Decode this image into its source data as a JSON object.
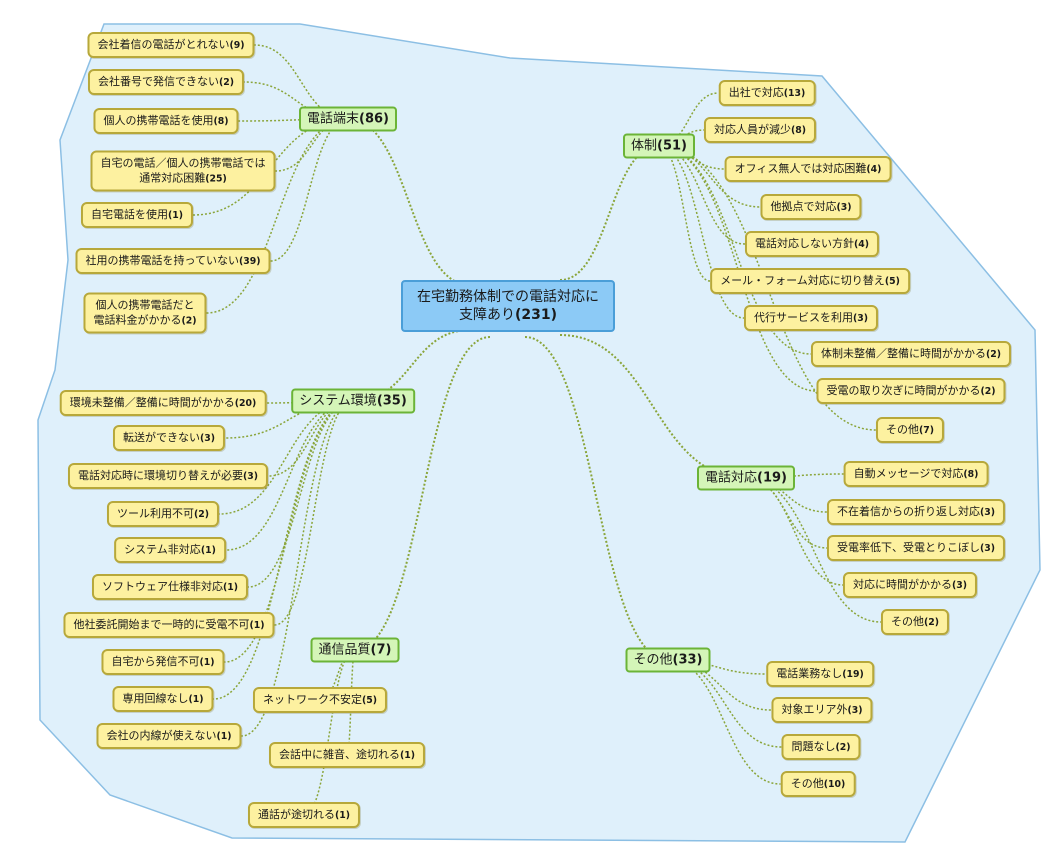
{
  "colors": {
    "region_fill": "#dff0fb",
    "region_stroke": "#8cbfe4",
    "root_fill": "#8ccaf6",
    "branch_fill": "#d4f5b8",
    "leaf_fill": "#fdf1a0",
    "connector": "#8aa53a"
  },
  "root": {
    "label": "在宅勤務体制での電話対応に\n支障あり",
    "count": "(231)"
  },
  "branches": [
    {
      "id": "terminal",
      "label": "電話端末",
      "count": "(86)",
      "leaves": [
        {
          "label": "会社着信の電話がとれない",
          "count": "(9)"
        },
        {
          "label": "会社番号で発信できない",
          "count": "(2)"
        },
        {
          "label": "個人の携帯電話を使用",
          "count": "(8)"
        },
        {
          "label": "自宅の電話／個人の携帯電話では\n通常対応困難",
          "count": "(25)"
        },
        {
          "label": "自宅電話を使用",
          "count": "(1)"
        },
        {
          "label": "社用の携帯電話を持っていない",
          "count": "(39)"
        },
        {
          "label": "個人の携帯電話だと\n電話料金がかかる",
          "count": "(2)"
        }
      ]
    },
    {
      "id": "system",
      "label": "システム環境",
      "count": "(35)",
      "leaves": [
        {
          "label": "環境未整備／整備に時間がかかる",
          "count": "(20)"
        },
        {
          "label": "転送ができない",
          "count": "(3)"
        },
        {
          "label": "電話対応時に環境切り替えが必要",
          "count": "(3)"
        },
        {
          "label": "ツール利用不可",
          "count": "(2)"
        },
        {
          "label": "システム非対応",
          "count": "(1)"
        },
        {
          "label": "ソフトウェア仕様非対応",
          "count": "(1)"
        },
        {
          "label": "他社委託開始まで一時的に受電不可",
          "count": "(1)"
        },
        {
          "label": "自宅から発信不可",
          "count": "(1)"
        },
        {
          "label": "専用回線なし",
          "count": "(1)"
        },
        {
          "label": "会社の内線が使えない",
          "count": "(1)"
        }
      ]
    },
    {
      "id": "quality",
      "label": "通信品質",
      "count": "(7)",
      "leaves": [
        {
          "label": "ネットワーク不安定",
          "count": "(5)"
        },
        {
          "label": "会話中に雑音、途切れる",
          "count": "(1)"
        },
        {
          "label": "通話が途切れる",
          "count": "(1)"
        }
      ]
    },
    {
      "id": "structure",
      "label": "体制",
      "count": "(51)",
      "leaves": [
        {
          "label": "出社で対応",
          "count": "(13)"
        },
        {
          "label": "対応人員が減少",
          "count": "(8)"
        },
        {
          "label": "オフィス無人では対応困難",
          "count": "(4)"
        },
        {
          "label": "他拠点で対応",
          "count": "(3)"
        },
        {
          "label": "電話対応しない方針",
          "count": "(4)"
        },
        {
          "label": "メール・フォーム対応に切り替え",
          "count": "(5)"
        },
        {
          "label": "代行サービスを利用",
          "count": "(3)"
        },
        {
          "label": "体制未整備／整備に時間がかかる",
          "count": "(2)"
        },
        {
          "label": "受電の取り次ぎに時間がかかる",
          "count": "(2)"
        },
        {
          "label": "その他",
          "count": "(7)"
        }
      ]
    },
    {
      "id": "handling",
      "label": "電話対応",
      "count": "(19)",
      "leaves": [
        {
          "label": "自動メッセージで対応",
          "count": "(8)"
        },
        {
          "label": "不在着信からの折り返し対応",
          "count": "(3)"
        },
        {
          "label": "受電率低下、受電とりこぼし",
          "count": "(3)"
        },
        {
          "label": "対応に時間がかかる",
          "count": "(3)"
        },
        {
          "label": "その他",
          "count": "(2)"
        }
      ]
    },
    {
      "id": "other",
      "label": "その他",
      "count": "(33)",
      "leaves": [
        {
          "label": "電話業務なし",
          "count": "(19)"
        },
        {
          "label": "対象エリア外",
          "count": "(3)"
        },
        {
          "label": "問題なし",
          "count": "(2)"
        },
        {
          "label": "その他",
          "count": "(10)"
        }
      ]
    }
  ]
}
